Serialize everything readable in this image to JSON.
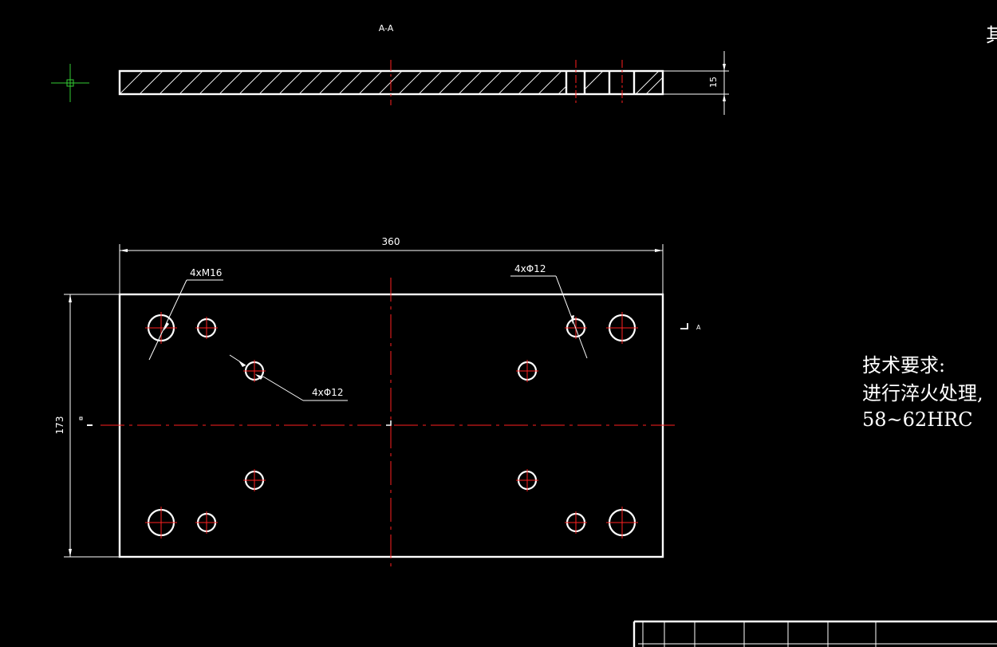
{
  "section_view": {
    "label": "A-A",
    "thickness_dim": "15"
  },
  "plan_view": {
    "width_dim": "360",
    "height_dim": "173",
    "callouts": {
      "threaded_holes": "4xM16",
      "holes_top_right": "4xΦ12",
      "holes_center_left": "4xΦ12"
    },
    "section_marker": "A"
  },
  "technical_requirements": {
    "title": "技术要求:",
    "line1": "进行淬火处理,",
    "line2": "58~62HRC"
  },
  "clipped_corner_text": "其",
  "colors": {
    "background": "#000000",
    "outline": "#ffffff",
    "centerline": "#ff2020",
    "ucs_icon": "#33cc33"
  }
}
